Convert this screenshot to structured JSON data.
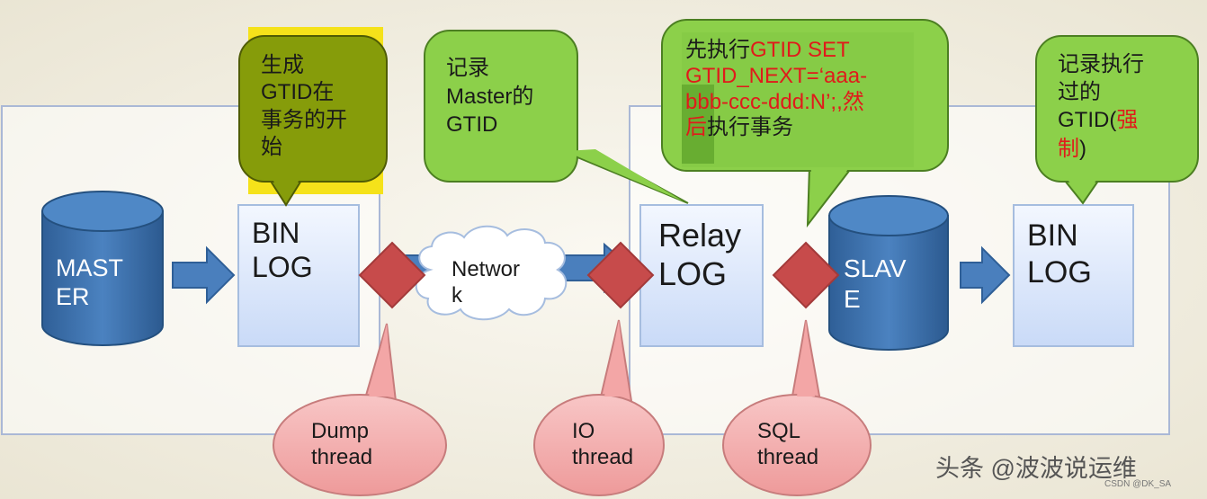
{
  "nodes": {
    "master": "MAST\nER",
    "binlog_master": "BIN\nLOG",
    "network": "Networ\nk",
    "relay_log": "Relay\nLOG",
    "slave": "SLAV\nE",
    "binlog_slave": "BIN\nLOG"
  },
  "threads": {
    "dump": "Dump\nthread",
    "io": "IO\nthread",
    "sql": "SQL\nthread"
  },
  "callouts": {
    "gtid_generate": "生成\nGTID在\n事务的开\n始",
    "record_master_gtid": "记录\nMaster的\nGTID",
    "exec_first": "先执行",
    "exec_set_cmd": "GTID SET\nGTID_NEXT=‘aaa-\nbbb-ccc-ddd:N’;,然\n后",
    "exec_then": "执行事务",
    "record_exec_prefix": "记录执行\n过的\nGTID(",
    "record_exec_forced": "强\n制",
    "record_exec_suffix": ")"
  },
  "watermark": "头条 @波波说运维",
  "corner_mark": "CSDN @DK_SA",
  "colors": {
    "cylinder": "#3a6fa8",
    "log_box": "#dde8fb",
    "callout_green": "#8cd04a",
    "callout_olive": "#869c0a",
    "diamond": "#c74b4b",
    "thread_bubble": "#f3a6a6",
    "arrow": "#4a7fbd",
    "highlight_red": "#e01b1b"
  }
}
